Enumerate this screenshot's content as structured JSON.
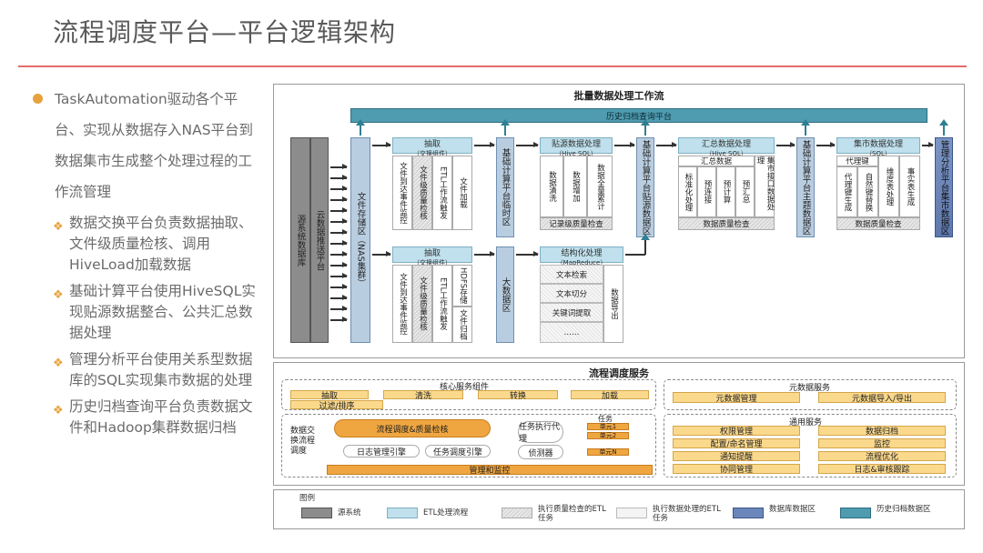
{
  "title": "流程调度平台—平台逻辑架构",
  "left": {
    "intro": "TaskAutomation驱动各个平台、实现从数据存入NAS平台到数据集市生成整个处理过程的工作流管理",
    "subs": [
      "数据交换平台负责数据抽取、文件级质量检核、调用HiveLoad加载数据",
      "基础计算平台使用HiveSQL实现贴源数据整合、公共汇总数据处理",
      "管理分析平台使用关系型数据库的SQL实现集市数据的处理",
      "历史归档查询平台负责数据文件和Hadoop集群数据归档"
    ]
  },
  "diagram": {
    "title": "批量数据处理工作流",
    "history": "历史归档查询平台",
    "source_db": "源系统数据库",
    "push": "云数据推送平台",
    "nas": "文件存储区（NAS集群）",
    "extract_top": {
      "title": "抽取",
      "sub": "（交换组件）",
      "cols": [
        "文件到达事件监控",
        "文件级质量检核",
        "ETL工作流触发",
        "文件加载"
      ]
    },
    "base_temp": "基础计算平台临时区",
    "tie_src": {
      "title": "贴源数据处理",
      "sub": "（Hive SQL）",
      "cols": [
        "数据清洗",
        "数据增加",
        "数据全量累计"
      ],
      "foot": "记录级质量检查"
    },
    "tie_area": "基础计算平台贴源数据区",
    "summary": {
      "title": "汇总数据处理",
      "sub": "（Hive SQL）",
      "head2": "汇总数据",
      "cols": [
        "标准化处理",
        "预连接",
        "预计算",
        "预汇总",
        "集市接口数据处理"
      ],
      "foot": "数据质量检查"
    },
    "theme_area": "基础计算平台主题数据区",
    "mart": {
      "title": "集市数据处理",
      "sub": "（SQL）",
      "head2": "代理键",
      "cols": [
        "代理键生成",
        "自然键替换",
        "维度表处理",
        "事实表生成"
      ],
      "foot": "数据质量检查"
    },
    "mgmt_area": "管理分析平台集市数据区",
    "extract_bot": {
      "title": "抽取",
      "sub": "（交换组件）",
      "cols": [
        "文件到达事件监控",
        "文件级质量检核",
        "ETL工作流触发",
        "HDFS存储",
        "文件归档"
      ]
    },
    "bigdata": "大数据区",
    "structured": {
      "title": "结构化处理",
      "sub": "（MapReduce）",
      "rows": [
        "文本检索",
        "文本切分",
        "关键词提取",
        "……"
      ],
      "side": "数据导出"
    }
  },
  "service": {
    "title": "流程调度服务",
    "core_title": "核心服务组件",
    "core": [
      "抽取",
      "清洗",
      "转换",
      "加载",
      "过滤/排序"
    ],
    "meta_title": "元数据服务",
    "meta": [
      "元数据管理",
      "元数据导入/导出"
    ],
    "left_label": "数据交换流程调度",
    "engine": "流程调度&质量检核",
    "log": "日志管理引擎",
    "task": "任务调度引擎",
    "proxy": "任务执行代理",
    "detector": "侦测器",
    "queue_title": "任务",
    "queue": [
      "单元1",
      "单元2",
      "单元N"
    ],
    "mgmt": "管理和监控",
    "common_title": "通用服务",
    "common": [
      "权限管理",
      "数据归档",
      "配置/命名管理",
      "监控",
      "通知提醒",
      "流程优化",
      "协同管理",
      "日志&审核跟踪"
    ]
  },
  "legend": {
    "title": "图例",
    "items": [
      "源系统",
      "ETL处理流程",
      "执行质量检查的ETL任务",
      "执行数据处理的ETL任务",
      "数据库数据区",
      "历史归档数据区"
    ]
  },
  "colors": {
    "accent": "#e8a13b",
    "rule": "#e36c6c",
    "teal": "#4f9bb0",
    "db": "#6b86ba"
  }
}
